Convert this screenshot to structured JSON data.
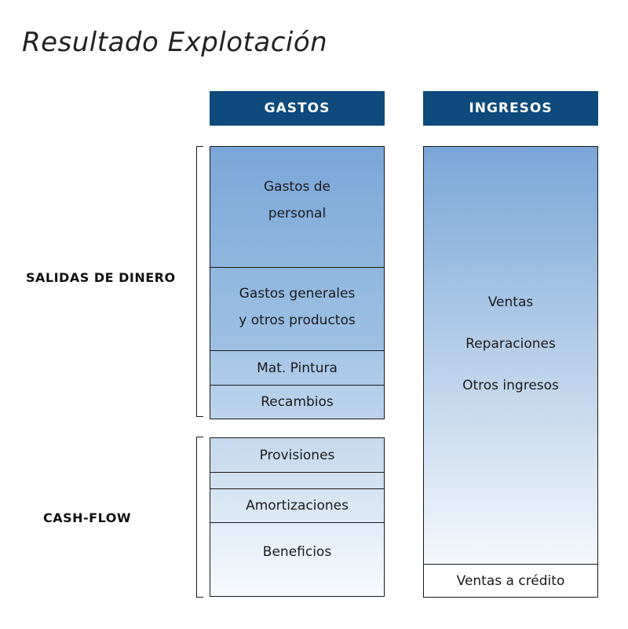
{
  "title": "Resultado Explotación",
  "headers": {
    "gastos": "GASTOS",
    "ingresos": "INGRESOS"
  },
  "side_labels": {
    "salidas": "SALIDAS DE DINERO",
    "cashflow": "CASH-FLOW"
  },
  "gastos": {
    "personal_line1": "Gastos de",
    "personal_line2": "personal",
    "generales_line1": "Gastos generales",
    "generales_line2": "y otros productos",
    "pintura": "Mat. Pintura",
    "recambios": "Recambios",
    "provisiones": "Provisiones",
    "amortizaciones": "Amortizaciones",
    "beneficios": "Beneficios"
  },
  "ingresos": {
    "items": [
      "Ventas",
      "Reparaciones",
      "Otros ingresos"
    ],
    "credito": "Ventas a crédito"
  },
  "colors": {
    "header_bg": "#0e4a7c",
    "gradient_top": "#7ba7d8",
    "gradient_bottom": "#f7fafd"
  }
}
